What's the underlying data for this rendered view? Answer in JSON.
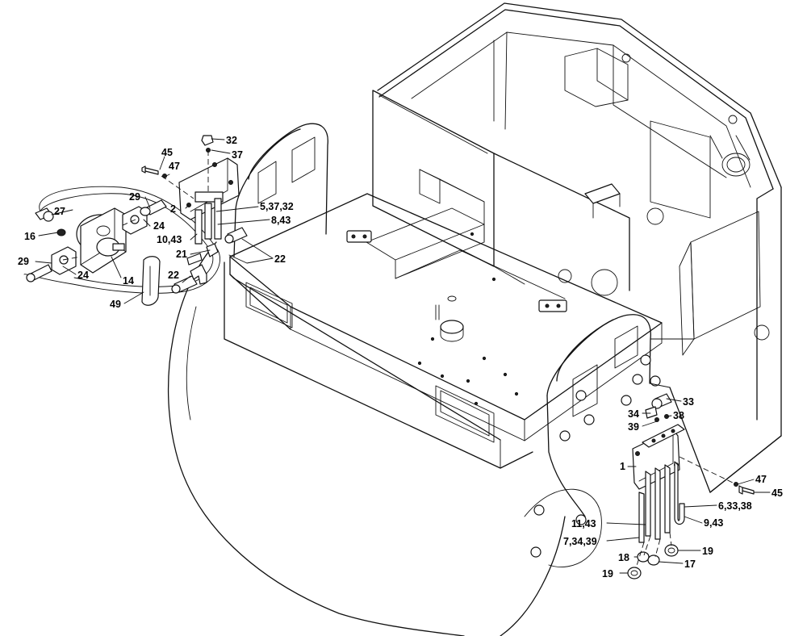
{
  "callouts": {
    "c32": "32",
    "c37": "37",
    "c45a": "45",
    "c47a": "47",
    "c29a": "29",
    "c2": "2",
    "c5_37_32": "5,37,32",
    "c27": "27",
    "c24a": "24",
    "c8_43": "8,43",
    "c16": "16",
    "c10_43": "10,43",
    "c21": "21",
    "c22a": "22",
    "c29b": "29",
    "c24b": "24",
    "c22b": "22",
    "c14": "14",
    "c49": "49",
    "c33": "33",
    "c34": "34",
    "c38": "38",
    "c39": "39",
    "c1": "1",
    "c47b": "47",
    "c45b": "45",
    "c6_33_38": "6,33,38",
    "c11_43": "11,43",
    "c9_43": "9,43",
    "c7_34_39": "7,34,39",
    "c18": "18",
    "c19a": "19",
    "c19b": "19",
    "c17": "17"
  }
}
